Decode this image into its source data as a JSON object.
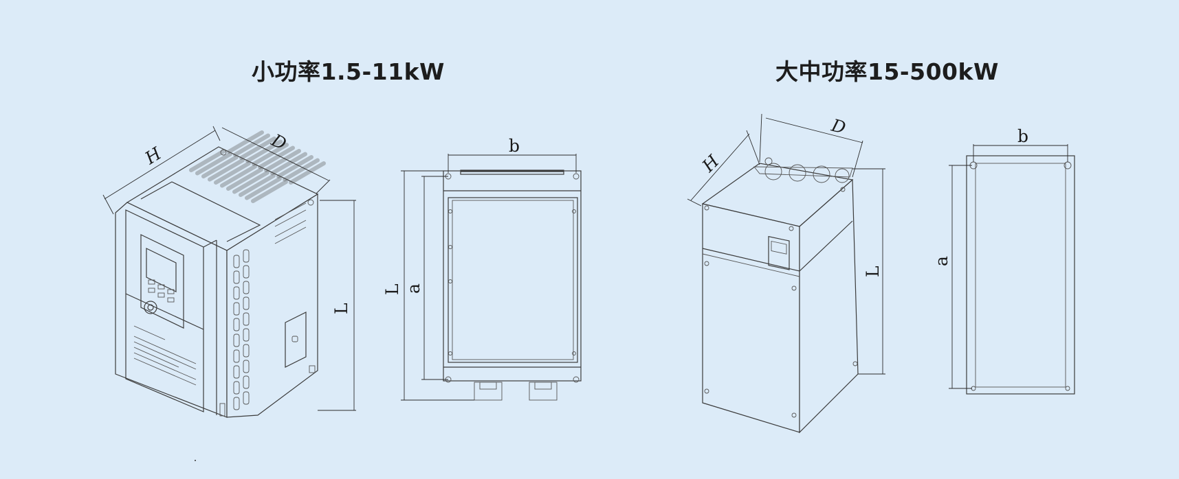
{
  "titles": {
    "small_power": "小功率1.5-11kW",
    "large_power": "大中功率15-500kW"
  },
  "dimension_labels": {
    "small_iso_h": "H",
    "small_iso_d": "D",
    "small_iso_l": "L",
    "small_front_b": "b",
    "small_front_l": "L",
    "small_front_a": "a",
    "large_iso_h": "H",
    "large_iso_d": "D",
    "large_iso_l": "L",
    "large_front_b": "b",
    "large_front_a": "a"
  },
  "colors": {
    "background": "#dcebf8",
    "line": "#3b3b3b"
  }
}
